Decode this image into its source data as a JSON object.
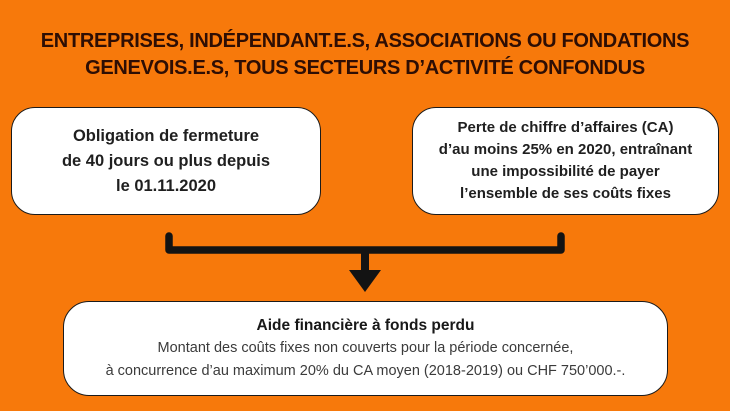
{
  "palette": {
    "background": "#F7790B",
    "title_text": "#2E0E04",
    "box_fill": "#FFFFFF",
    "box_border": "#1B1B1B",
    "box_text": "#1F1F1F",
    "connector": "#131313"
  },
  "title": {
    "line1": "ENTREPRISES, INDÉPENDANT.E.S, ASSOCIATIONS OU FONDATIONS",
    "line2": "GENEVOIS.E.S, TOUS SECTEURS D’ACTIVITÉ CONFONDUS"
  },
  "boxes": {
    "left": {
      "lines": [
        "Obligation de fermeture",
        "de 40 jours ou plus depuis",
        "le 01.11.2020"
      ]
    },
    "right": {
      "lines": [
        "Perte de chiffre d’affaires (CA)",
        "d’au moins 25% en 2020, entraînant",
        "une impossibilité de payer",
        "l’ensemble de ses coûts fixes"
      ]
    },
    "bottom": {
      "title": "Aide financière à fonds perdu",
      "lines": [
        "Montant des coûts fixes non couverts pour la période concernée,",
        "à concurrence d’au maximum 20% du CA moyen (2018-2019) ou CHF 750’000.-."
      ]
    }
  },
  "connector": {
    "shape": "brace-merge-down-arrow"
  }
}
